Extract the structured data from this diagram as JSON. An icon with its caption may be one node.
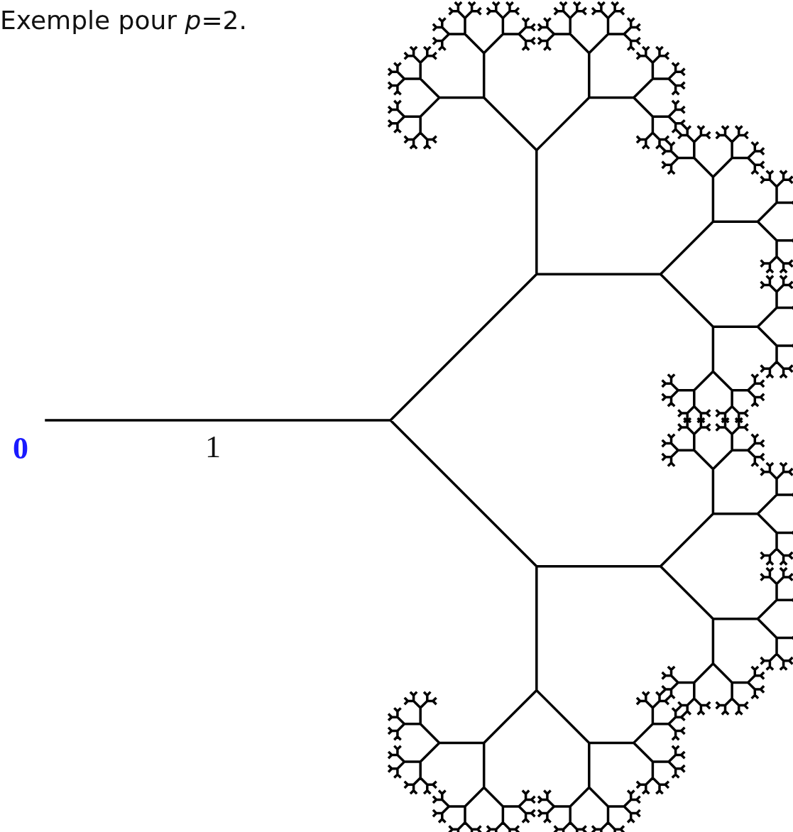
{
  "diagram": {
    "title": "Exemple pour *p*=2.",
    "labels": [
      "0",
      "1"
    ]
  }
}
